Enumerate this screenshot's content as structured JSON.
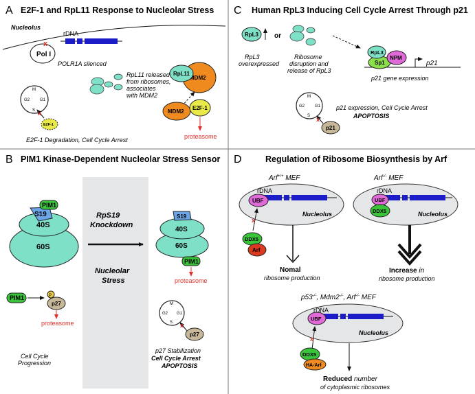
{
  "panelA": {
    "letter": "A",
    "title": "E2F-1 and RpL11 Response to Nucleolar Stress",
    "nucleolus": "Nucleolus",
    "rdna": "rDNA",
    "pol": "Pol I",
    "silenced": "POLR1A silenced",
    "released_1": "RpL11 released",
    "released_2": "from ribosomes,",
    "released_3": "associates",
    "released_4": "with MDM2",
    "rpl11": "RpL11",
    "mdm2_a": "MDM2",
    "mdm2_b": "MDM2",
    "e2f1": "E2F-1",
    "e2f1_small": "E2F-1",
    "proteasome": "proteasome",
    "caption": "E2F-1 Degradation, Cell Cycle Arrest",
    "cycle": {
      "m": "M",
      "g1": "G1",
      "g2": "G2",
      "s": "S"
    }
  },
  "panelB": {
    "letter": "B",
    "title": "PIM1 Kinase-Dependent Nucleolar Stress Sensor",
    "pim1_a": "PIM1",
    "s19_a": "S19",
    "s40_a": "40S",
    "s60_a": "60S",
    "knockdown_1": "RpS19",
    "knockdown_2": "Knockdown",
    "stress_1": "Nucleolar",
    "stress_2": "Stress",
    "s19_b": "S19",
    "s40_b": "40S",
    "s60_b": "60S",
    "pim1_b": "PIM1",
    "proteasome_b": "proteasome",
    "pim1_c": "PIM1",
    "p": "P",
    "p27_a": "p27",
    "proteasome_c": "proteasome",
    "progress_1": "Cell Cycle",
    "progress_2": "Progression",
    "p27_b": "p27",
    "stab_1": "p27  Stabilization",
    "stab_2": "Cell Cycle Arrest",
    "stab_3": "APOPTOSIS",
    "cycle": {
      "m": "M",
      "g1": "G1",
      "g2": "G2",
      "s": "S"
    }
  },
  "panelC": {
    "letter": "C",
    "title": "Human RpL3 Inducing Cell Cycle Arrest Through p21",
    "rpl3_a": "RpL3",
    "or": "or",
    "over_1": "RpL3",
    "over_2": "overexpressed",
    "rib_1": "Ribosome",
    "rib_2": "disruption and",
    "rib_3": "release of RpL3",
    "rpl3_b": "RpL3",
    "sp1": "Sp1",
    "npm": "NPM",
    "p21": "p21",
    "expr": "p21 gene expression",
    "p21_prot": "p21",
    "arrest_1": "p21  expression, Cell Cycle Arrest",
    "arrest_2": "APOPTOSIS",
    "cycle": {
      "m": "M",
      "g1": "G1",
      "g2": "G2",
      "s": "S"
    }
  },
  "panelD": {
    "letter": "D",
    "title": "Regulation of Ribosome Biosynthesis by Arf",
    "wt_1": "Arf",
    "wt_sup": "+/+",
    "wt_2": " MEF",
    "ko_1": "Arf",
    "ko_sup": "-/-",
    "ko_2": " MEF",
    "rdna_1": "rDNA",
    "rdna_2": "rDNA",
    "rdna_3": "rDNA",
    "ubf_1": "UBF",
    "ubf_2": "UBF",
    "ubf_3": "UBF",
    "nuc_1": "Nucleolus",
    "nuc_2": "Nucleolus",
    "nuc_3": "Nucleolus",
    "ddx5_1": "DDX5",
    "ddx5_2": "DDX5",
    "ddx5_3": "DDX5",
    "arf": "Arf",
    "ha_arf": "HA-Arf",
    "normal_1": "Nomal",
    "normal_2": "ribosome production",
    "inc_1": "Increase",
    "inc_1b": " in",
    "inc_2": "ribosome production",
    "tko_1": "p53",
    "tko_sup1": "-/-",
    "tko_2": ", Mdm2",
    "tko_sup2": "-/-",
    "tko_3": ", Arf",
    "tko_sup3": "-/-",
    "tko_4": " MEF",
    "red_1": "Reduced",
    "red_1b": " number",
    "red_2": "of cytoplasmic ribosomes"
  },
  "colors": {
    "cyan": "#7fe0c8",
    "green": "#3ac43a",
    "orange": "#ef8a1e",
    "magenta": "#e06ad8",
    "blue": "#1c1cc9",
    "yellow": "#e9e94a",
    "red": "#e0302a",
    "gray": "#e4e6e8"
  }
}
